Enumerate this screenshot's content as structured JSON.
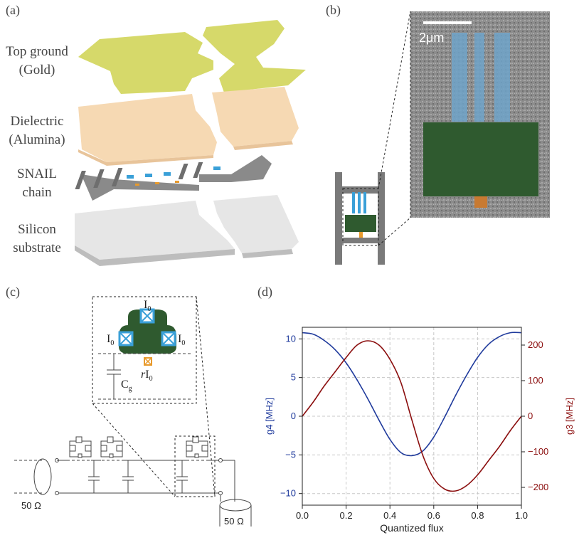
{
  "panels": {
    "a": {
      "label": "(a)"
    },
    "b": {
      "label": "(b)"
    },
    "c": {
      "label": "(c)"
    },
    "d": {
      "label": "(d)"
    }
  },
  "layers": [
    {
      "line1": "Top ground",
      "line2": "(Gold)"
    },
    {
      "line1": "Dielectric",
      "line2": "(Alumina)"
    },
    {
      "line1": "SNAIL",
      "line2": "chain"
    },
    {
      "line1": "Silicon",
      "line2": "substrate"
    }
  ],
  "sem": {
    "scalebar_label": "2μm"
  },
  "circuit": {
    "current_top": "I",
    "current_left": "I",
    "current_right": "I",
    "sub_0": "0",
    "small_junction_prefix": "r",
    "small_junction_current": "I",
    "cap_label": "C",
    "cap_sub": "g",
    "impedance_left": "50 Ω",
    "impedance_right": "50 Ω"
  },
  "colors": {
    "gold": "#d6d96a",
    "alumina": "#f6d9b3",
    "snail_gray": "#7a7a7a",
    "junction_blue": "#3aa0d8",
    "pad_green": "#2f5a2f",
    "small_junction_orange": "#e89a2c",
    "g4_color": "#1f3a9c",
    "g3_color": "#8b0e0e"
  },
  "chart_data": {
    "type": "line",
    "xlabel": "Quantized flux",
    "ylabel_left": "g4 [MHz]",
    "ylabel_right": "g3 [MHz]",
    "xlim": [
      0.0,
      1.0
    ],
    "ylim_left": [
      -11.5,
      11.5
    ],
    "ylim_right": [
      -250,
      250
    ],
    "x_ticks": [
      "0.0",
      "0.2",
      "0.4",
      "0.6",
      "0.8",
      "1.0"
    ],
    "y_ticks_left": [
      "10",
      "5",
      "0",
      "−5",
      "−10"
    ],
    "y_ticks_right": [
      "200",
      "100",
      "0",
      "−100",
      "−200"
    ],
    "grid": true,
    "series": [
      {
        "axis": "left",
        "color": "#1f3a9c",
        "x": [
          0.0,
          0.05,
          0.1,
          0.15,
          0.2,
          0.25,
          0.3,
          0.35,
          0.4,
          0.45,
          0.5,
          0.55,
          0.6,
          0.65,
          0.7,
          0.75,
          0.8,
          0.85,
          0.9,
          0.95,
          1.0
        ],
        "y": [
          10.8,
          10.6,
          9.8,
          8.6,
          6.9,
          4.7,
          2.2,
          -0.5,
          -3.0,
          -4.7,
          -5.1,
          -4.5,
          -2.7,
          -0.1,
          2.7,
          5.3,
          7.6,
          9.3,
          10.3,
          10.8,
          10.8
        ]
      },
      {
        "axis": "right",
        "color": "#8b0e0e",
        "x": [
          0.0,
          0.05,
          0.1,
          0.15,
          0.2,
          0.25,
          0.3,
          0.35,
          0.4,
          0.45,
          0.5,
          0.55,
          0.6,
          0.65,
          0.7,
          0.75,
          0.8,
          0.85,
          0.9,
          0.95,
          1.0
        ],
        "y": [
          0,
          40,
          85,
          125,
          165,
          200,
          212,
          200,
          160,
          95,
          -10,
          -110,
          -175,
          -205,
          -210,
          -195,
          -165,
          -125,
          -85,
          -40,
          0
        ]
      }
    ]
  }
}
